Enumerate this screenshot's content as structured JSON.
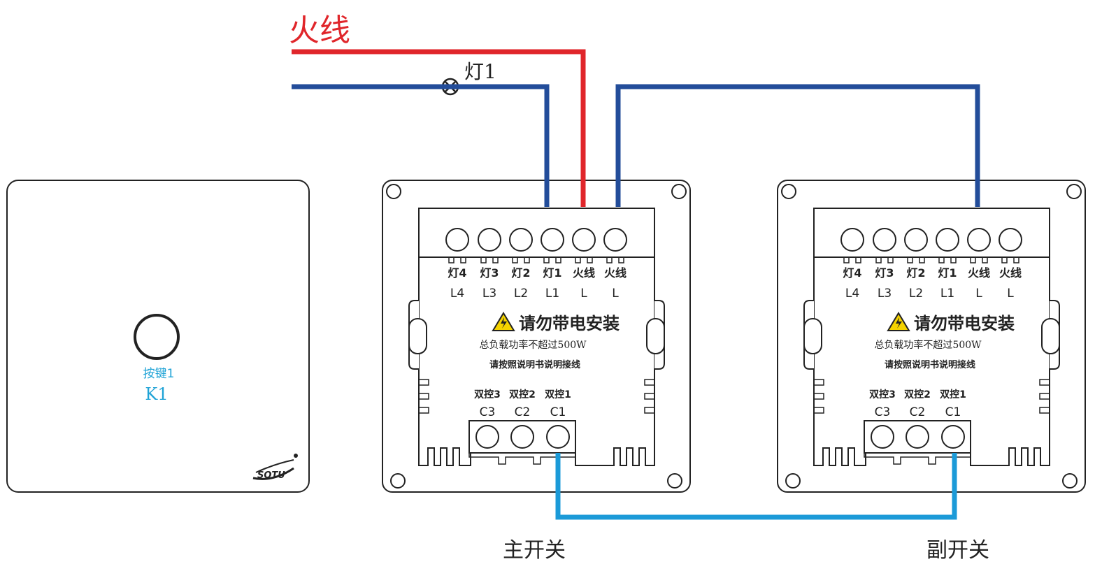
{
  "live_wire_label": "火线",
  "lamp_label": "灯1",
  "colors": {
    "live": "#e0262b",
    "neutral": "#234d9a",
    "link": "#1b9ad8",
    "outline": "#222222",
    "panel_text": "#1fa3d6"
  },
  "panel": {
    "button_label": "按键1",
    "key_label": "K1",
    "logo_text": "SOTU"
  },
  "switches": [
    {
      "caption": "主开关",
      "top_labels_cn": [
        "灯4",
        "灯3",
        "灯2",
        "灯1",
        "火线",
        "火线"
      ],
      "top_labels_en": [
        "L4",
        "L3",
        "L2",
        "L1",
        "L",
        "L"
      ],
      "warning_title": "请勿带电安装",
      "warning_load": "总负载功率不超过500W",
      "warning_manual": "请按照说明书说明接线",
      "bottom_labels_cn": [
        "双控3",
        "双控2",
        "双控1"
      ],
      "bottom_labels_en": [
        "C3",
        "C2",
        "C1"
      ]
    },
    {
      "caption": "副开关",
      "top_labels_cn": [
        "灯4",
        "灯3",
        "灯2",
        "灯1",
        "火线",
        "火线"
      ],
      "top_labels_en": [
        "L4",
        "L3",
        "L2",
        "L1",
        "L",
        "L"
      ],
      "warning_title": "请勿带电安装",
      "warning_load": "总负载功率不超过500W",
      "warning_manual": "请按照说明书说明接线",
      "bottom_labels_cn": [
        "双控3",
        "双控2",
        "双控1"
      ],
      "bottom_labels_en": [
        "C3",
        "C2",
        "C1"
      ]
    }
  ]
}
